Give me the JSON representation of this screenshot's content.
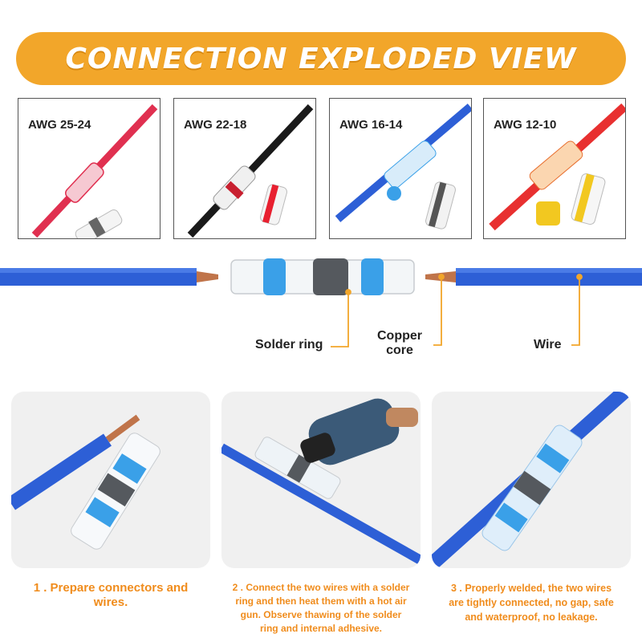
{
  "banner": {
    "title": "CONNECTION EXPLODED VIEW"
  },
  "awg_cards": [
    {
      "label": "AWG 25-24",
      "wire_color": "#e03050",
      "band_color": "#ffffff"
    },
    {
      "label": "AWG 22-18",
      "wire_color": "#1a1a1a",
      "band_color": "#e82030"
    },
    {
      "label": "AWG 16-14",
      "wire_color": "#2d5fd6",
      "band_color": "#3aa0e8"
    },
    {
      "label": "AWG 12-10",
      "wire_color": "#e83030",
      "band_color": "#f2c820"
    }
  ],
  "exploded": {
    "solder_ring_label": "Solder ring",
    "copper_core_label": "Copper\ncore",
    "wire_label": "Wire",
    "wire_color": "#2d5fd6",
    "ring_color": "#3aa0e8",
    "copper_color": "#c0744a",
    "callout_color": "#f2a62a"
  },
  "steps": [
    {
      "text": "1 . Prepare connectors and\nwires."
    },
    {
      "text": "2 . Connect the two wires with a solder\nring and then heat them with a hot air\ngun. Observe thawing of the solder\nring and internal adhesive."
    },
    {
      "text": "3 . Properly welded, the two wires\nare tightly connected, no gap, safe\nand waterproof, no leakage."
    }
  ]
}
